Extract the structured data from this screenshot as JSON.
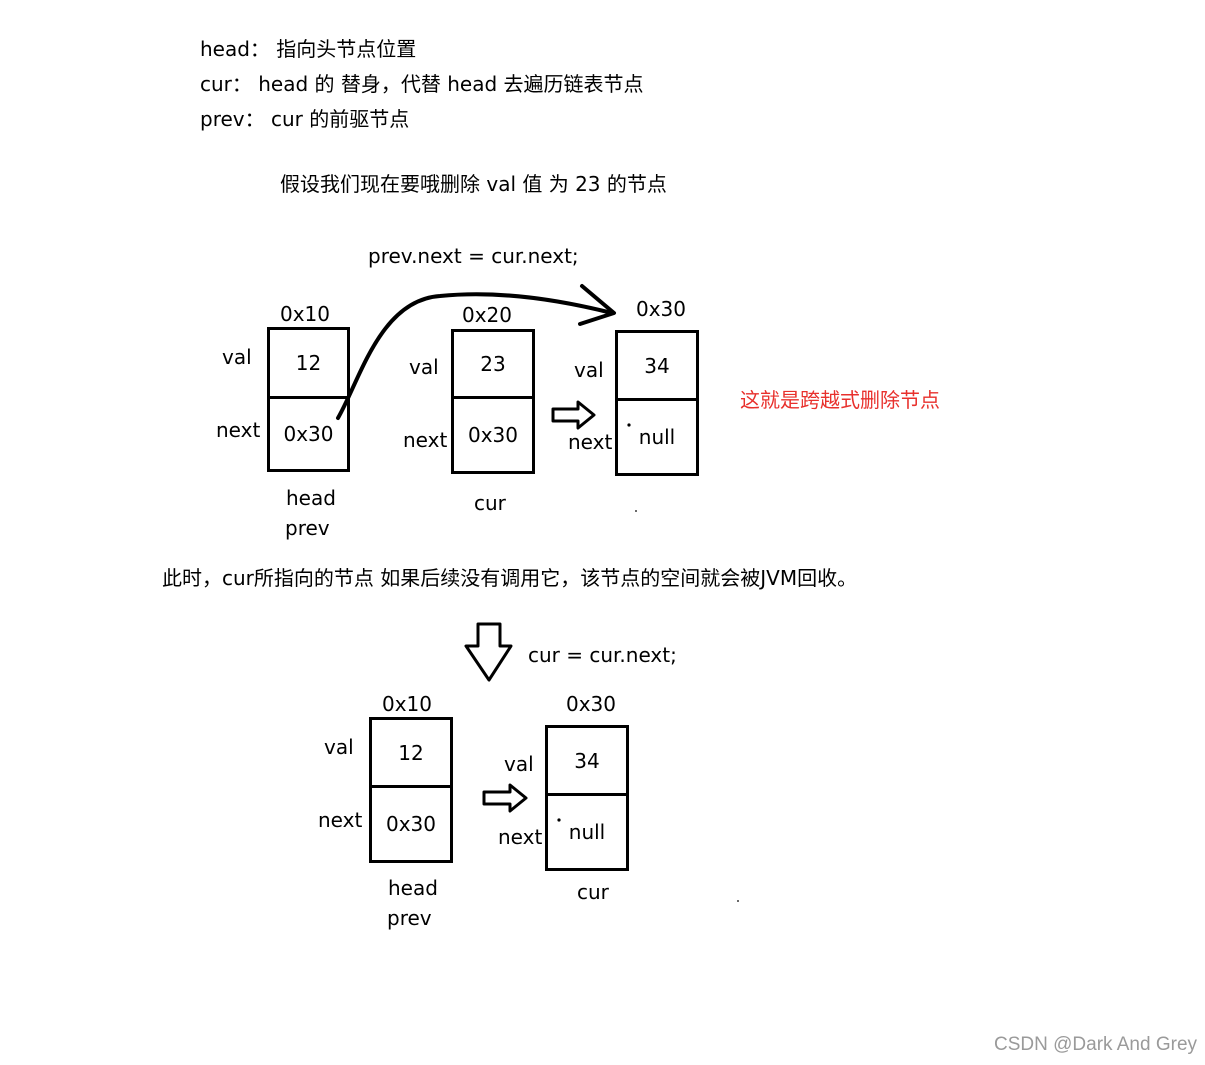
{
  "legend": {
    "head": "head：  指向头节点位置",
    "cur": "cur：   head 的 替身，代替 head 去遍历链表节点",
    "prev": "prev：  cur 的前驱节点"
  },
  "assumption": "假设我们现在要哦删除  val 值 为 23 的节点",
  "step1": {
    "code": "prev.next = cur.next;",
    "note": "这就是跨越式删除节点",
    "field_val": "val",
    "field_next": "next",
    "nodes": [
      {
        "addr": "0x10",
        "val": "12",
        "next": "0x30",
        "pointers": [
          "head",
          "prev"
        ]
      },
      {
        "addr": "0x20",
        "val": "23",
        "next": "0x30",
        "pointers": [
          "cur"
        ]
      },
      {
        "addr": "0x30",
        "val": "34",
        "next": "null",
        "pointers": []
      }
    ]
  },
  "explanation": "此时，cur所指向的节点 如果后续没有调用它，该节点的空间就会被JVM回收。",
  "step2": {
    "code": "cur =  cur.next;",
    "field_val": "val",
    "field_next": "next",
    "nodes": [
      {
        "addr": "0x10",
        "val": "12",
        "next": "0x30",
        "pointers": [
          "head",
          "prev"
        ]
      },
      {
        "addr": "0x30",
        "val": "34",
        "next": "null",
        "pointers": [
          "cur"
        ]
      }
    ]
  },
  "watermark": "CSDN @Dark And Grey",
  "colors": {
    "note": "#e8302c",
    "watermark": "#9a9a9a",
    "ink": "#000000"
  }
}
